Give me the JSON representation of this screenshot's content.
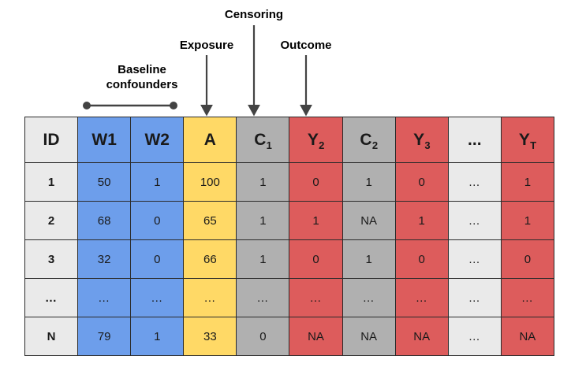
{
  "annotations": [
    {
      "id": "baseline-confounders",
      "label": "Baseline\nconfounders",
      "type": "bracket",
      "target": "W1-W2"
    },
    {
      "id": "exposure",
      "label": "Exposure",
      "type": "arrow",
      "target": "A"
    },
    {
      "id": "censoring",
      "label": "Censoring",
      "type": "arrow",
      "target": "C1"
    },
    {
      "id": "outcome",
      "label": "Outcome",
      "type": "arrow",
      "target": "Y2"
    }
  ],
  "annotation_text": {
    "baseline_line1": "Baseline",
    "baseline_line2": "confounders",
    "exposure": "Exposure",
    "censoring": "Censoring",
    "outcome": "Outcome"
  },
  "table": {
    "columns": [
      {
        "key": "ID",
        "base": "ID",
        "sub": "",
        "color": "c-idcol"
      },
      {
        "key": "W1",
        "base": "W1",
        "sub": "",
        "color": "c-blue"
      },
      {
        "key": "W2",
        "base": "W2",
        "sub": "",
        "color": "c-blue"
      },
      {
        "key": "A",
        "base": "A",
        "sub": "",
        "color": "c-yellow"
      },
      {
        "key": "C1",
        "base": "C",
        "sub": "1",
        "color": "c-gray"
      },
      {
        "key": "Y2",
        "base": "Y",
        "sub": "2",
        "color": "c-red"
      },
      {
        "key": "C2",
        "base": "C",
        "sub": "2",
        "color": "c-gray"
      },
      {
        "key": "Y3",
        "base": "Y",
        "sub": "3",
        "color": "c-red"
      },
      {
        "key": "DOTS",
        "base": "...",
        "sub": "",
        "color": "c-ellip"
      },
      {
        "key": "YT",
        "base": "Y",
        "sub": "T",
        "color": "c-red"
      }
    ],
    "rows": [
      {
        "ID": "1",
        "W1": "50",
        "W2": "1",
        "A": "100",
        "C1": "1",
        "Y2": "0",
        "C2": "1",
        "Y3": "0",
        "DOTS": "…",
        "YT": "1"
      },
      {
        "ID": "2",
        "W1": "68",
        "W2": "0",
        "A": "65",
        "C1": "1",
        "Y2": "1",
        "C2": "NA",
        "Y3": "1",
        "DOTS": "…",
        "YT": "1"
      },
      {
        "ID": "3",
        "W1": "32",
        "W2": "0",
        "A": "66",
        "C1": "1",
        "Y2": "0",
        "C2": "1",
        "Y3": "0",
        "DOTS": "…",
        "YT": "0"
      },
      {
        "ID": "…",
        "W1": "…",
        "W2": "…",
        "A": "…",
        "C1": "…",
        "Y2": "…",
        "C2": "…",
        "Y3": "…",
        "DOTS": "…",
        "YT": "…"
      },
      {
        "ID": "N",
        "W1": "79",
        "W2": "1",
        "A": "33",
        "C1": "0",
        "Y2": "NA",
        "C2": "NA",
        "Y3": "NA",
        "DOTS": "…",
        "YT": "NA"
      }
    ]
  },
  "colors": {
    "blue": "#6d9eeb",
    "yellow": "#ffd966",
    "gray": "#b0b0b0",
    "red": "#dd5c5c",
    "light_gray": "#eaeaea",
    "border": "#2b2b2b",
    "annotation": "#434343"
  }
}
